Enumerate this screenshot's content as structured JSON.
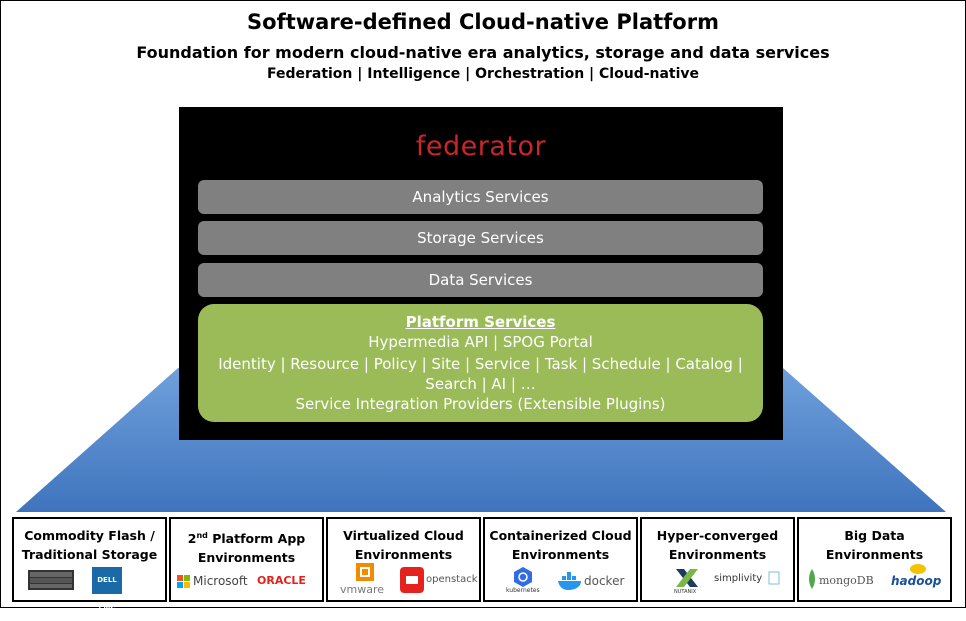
{
  "header": {
    "title": "Software-defined Cloud-native Platform",
    "subtitle": "Foundation for modern cloud-native era analytics, storage and data services",
    "tagline": "Federation | Intelligence | Orchestration | Cloud-native"
  },
  "stack": {
    "brand": "federator",
    "services": [
      "Analytics Services",
      "Storage Services",
      "Data Services"
    ],
    "platform": {
      "heading": "Platform Services",
      "line1": "Hypermedia API | SPOG Portal",
      "line2": "Identity | Resource | Policy | Site | Service | Task | Schedule | Catalog |",
      "line3": "Search | AI | …",
      "line4": "Service Integration Providers (Extensible Plugins)"
    }
  },
  "environments": [
    {
      "line1": "Commodity Flash /",
      "line2": "Traditional Storage",
      "logos": [
        "DELL EMC"
      ]
    },
    {
      "line1": "2nd Platform App",
      "line2": "Environments",
      "logos": [
        "Microsoft",
        "ORACLE"
      ]
    },
    {
      "line1": "Virtualized Cloud",
      "line2": "Environments",
      "logos": [
        "vmware",
        "openstack"
      ]
    },
    {
      "line1": "Containerized Cloud",
      "line2": "Environments",
      "logos": [
        "kubernetes",
        "docker"
      ]
    },
    {
      "line1": "Hyper-converged",
      "line2": "Environments",
      "logos": [
        "NUTANIX",
        "simplivity"
      ]
    },
    {
      "line1": "Big Data",
      "line2": "Environments",
      "logos": [
        "mongoDB",
        "hadoop"
      ]
    }
  ],
  "colors": {
    "brand_red": "#c8262b",
    "service_gray": "#808080",
    "platform_green": "#9bbb59",
    "base_blue": "#4f81bd"
  }
}
